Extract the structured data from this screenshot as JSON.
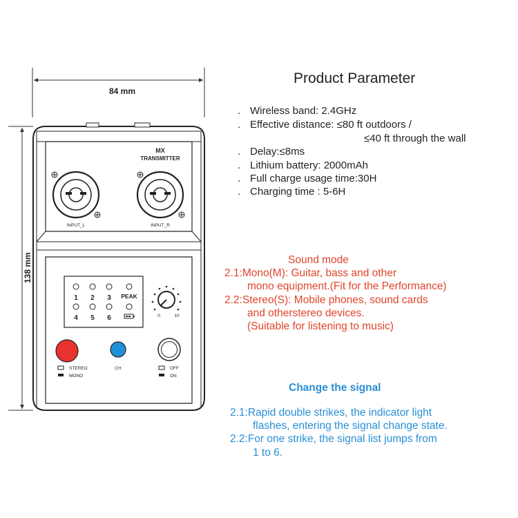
{
  "dimensions": {
    "width_label": "84 mm",
    "height_label": "138 mm"
  },
  "device": {
    "title_line1": "MX",
    "title_line2": "TRANSMITTER",
    "input_left": "INPUT_L",
    "input_right": "INPUT_R",
    "channels": [
      "1",
      "2",
      "3",
      "4",
      "5",
      "6"
    ],
    "peak_label": "PEAK",
    "knob_min": "0",
    "knob_max": "10",
    "stereo_label": "STEREO",
    "mono_label": "MONO",
    "ch_label": "CH",
    "off_label": "OFF",
    "on_label": "ON",
    "colors": {
      "mode_button": "#e8322f",
      "ch_button": "#1f8fd8"
    }
  },
  "parameters": {
    "title": "Product Parameter",
    "items": [
      {
        "bullet": ".",
        "text": "Wireless band: 2.4GHz"
      },
      {
        "bullet": ".",
        "text": "Effective distance: ≤80 ft outdoors /"
      },
      {
        "bullet": "",
        "text": "≤40 ft through the wall"
      },
      {
        "bullet": ".",
        "text": "Delay:≤8ms"
      },
      {
        "bullet": ".",
        "text": "Lithium battery: 2000mAh"
      },
      {
        "bullet": ".",
        "text": "Full charge usage time:30H"
      },
      {
        "bullet": ".",
        "text": "Charging time : 5-6H"
      }
    ]
  },
  "sound_mode": {
    "title": "Sound mode",
    "lines": [
      "2.1:Mono(M): Guitar, bass and other",
      "mono equipment.(Fit for the Performance)",
      "2.2:Stereo(S): Mobile phones, sound cards",
      "and otherstereo devices.",
      "(Suitable for listening to music)"
    ],
    "color": "#e0452b"
  },
  "change_signal": {
    "title": "Change the signal",
    "lines": [
      "2.1:Rapid double strikes, the indicator light",
      "flashes, entering the signal change state.",
      "2.2:For one strike, the signal list jumps from",
      "1 to 6."
    ],
    "color": "#2a8fd6"
  }
}
